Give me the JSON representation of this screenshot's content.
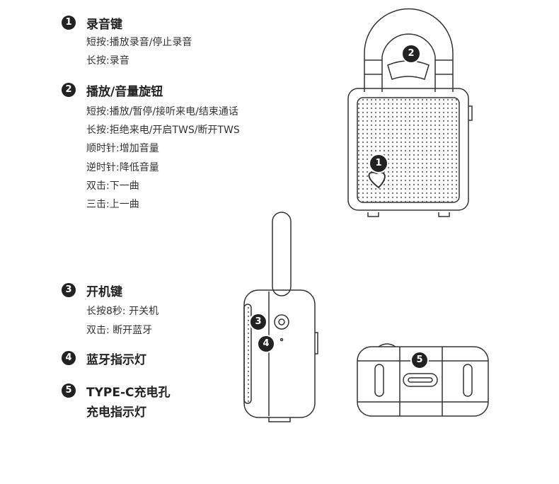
{
  "items": [
    {
      "num": "1",
      "title": "录音键",
      "lines": [
        "短按:播放录音/停止录音",
        "长按:录音"
      ]
    },
    {
      "num": "2",
      "title": "播放/音量旋钮",
      "lines": [
        "短按:播放/暂停/接听来电/结束通话",
        "长按:拒绝来电/开启TWS/断开TWS",
        "顺时针:增加音量",
        "逆时针:降低音量",
        "双击:下一曲",
        "三击:上一曲"
      ]
    },
    {
      "num": "3",
      "title": "开机键",
      "lines": [
        "长按8秒: 开关机",
        "双击: 断开蓝牙"
      ]
    },
    {
      "num": "4",
      "title": "蓝牙指示灯"
    },
    {
      "num": "5",
      "title": "TYPE-C充电孔",
      "title2": "充电指示灯"
    }
  ],
  "callouts": [
    "1",
    "2",
    "3",
    "4",
    "5"
  ]
}
